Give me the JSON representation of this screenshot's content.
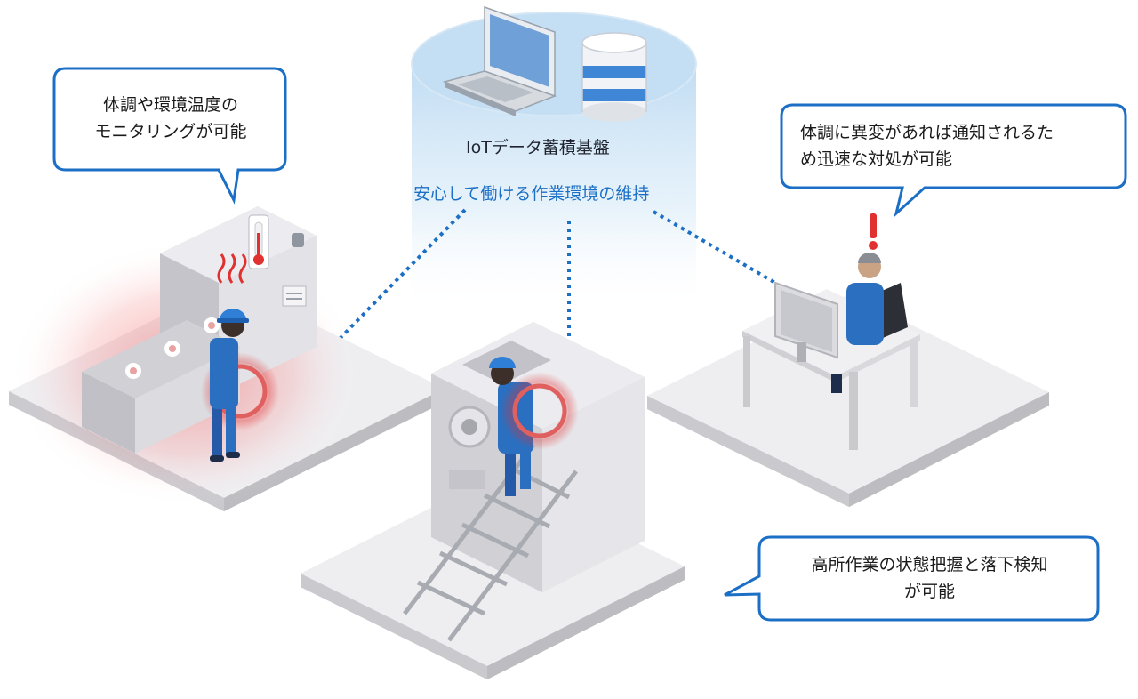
{
  "platform": {
    "title": "IoTデータ蓄積基盤",
    "subtitle": "安心して働ける作業環境の維持"
  },
  "bubbles": {
    "factory": {
      "line1": "体調や環境温度の",
      "line2": "モニタリングが可能"
    },
    "office": {
      "line1": "体調に異変があれば通知されるた",
      "line2": "め迅速な対処が可能"
    },
    "height": {
      "line1": "高所作業の状態把握と落下検知",
      "line2": "が可能"
    }
  },
  "colors": {
    "accent_blue": "#1b6fc5",
    "bubble_border": "#1b6fc5",
    "worker_blue": "#2a6fc0",
    "alert_red": "#e03030",
    "platform_grey": "#e6e6e9"
  },
  "icons": [
    "laptop-icon",
    "database-icon",
    "thermometer-icon",
    "heat-waves-icon",
    "gear-icon",
    "alert-exclamation-icon"
  ]
}
